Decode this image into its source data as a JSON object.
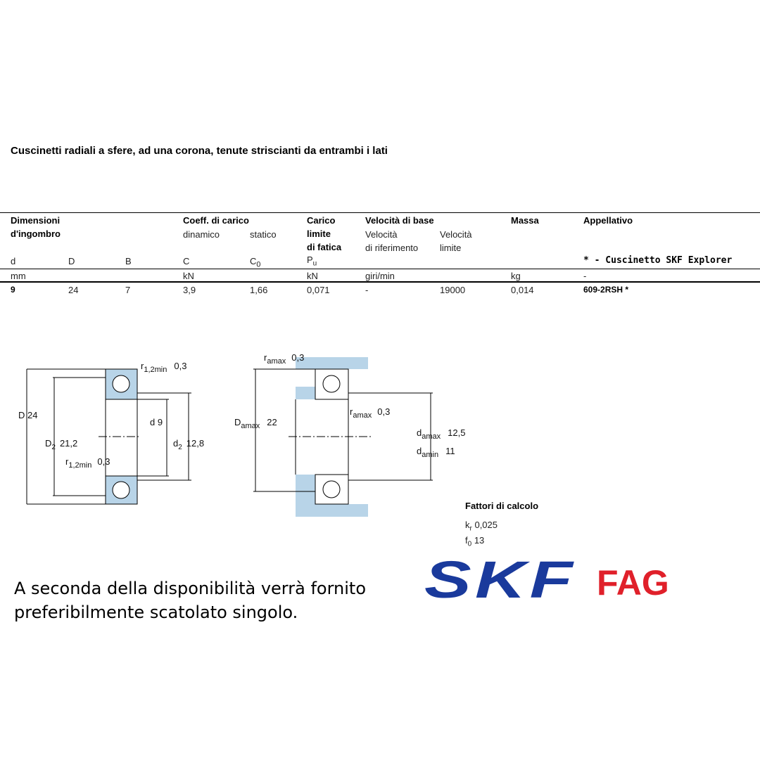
{
  "title": "Cuscinetti radiali a sfere, ad una corona, tenute striscianti da entrambi i lati",
  "table": {
    "headers": {
      "dimensioni": "Dimensioni",
      "ingombro": "d'ingombro",
      "coeff": "Coeff. di carico",
      "dinamico": "dinamico",
      "statico": "statico",
      "carico": "Carico",
      "limite": "limite",
      "fatica": "di fatica",
      "velocita": "Velocità di base",
      "vel_rif1": "Velocità",
      "vel_rif2": "di riferimento",
      "vel_lim1": "Velocità",
      "vel_lim2": "limite",
      "massa": "Massa",
      "appellativo": "Appellativo",
      "explorer": "* - Cuscinetto SKF Explorer"
    },
    "symbols": {
      "d": "d",
      "D": "D",
      "B": "B",
      "C": "C",
      "C0": "C",
      "C0_sub": "0",
      "Pu": "P",
      "Pu_sub": "u"
    },
    "units": {
      "mm": "mm",
      "kN1": "kN",
      "kN2": "kN",
      "speed": "giri/min",
      "kg": "kg",
      "dash": "-"
    },
    "row": {
      "d": "9",
      "D": "24",
      "B": "7",
      "C": "3,9",
      "C0": "1,66",
      "Pu": "0,071",
      "ref_speed": "-",
      "lim_speed": "19000",
      "mass": "0,014",
      "designation": "609-2RSH *"
    }
  },
  "diagram_left": {
    "D": "D",
    "D_val": "24",
    "D2": "D",
    "D2_sub": "2",
    "D2_val": "21,2",
    "d": "d",
    "d_val": "9",
    "d2": "d",
    "d2_sub": "2",
    "d2_val": "12,8",
    "r": "r",
    "r_sub": "1,2min",
    "r_val": "0,3"
  },
  "diagram_right": {
    "r": "r",
    "r_sub": "amax",
    "r_val": "0,3",
    "Da": "D",
    "Da_sub": "amax",
    "Da_val": "22",
    "da": "d",
    "damax_sub": "amax",
    "damax_val": "12,5",
    "damin_sub": "amin",
    "damin_val": "11"
  },
  "factors": {
    "title": "Fattori di calcolo",
    "kr": "k",
    "kr_sub": "r",
    "kr_val": "0,025",
    "f0": "f",
    "f0_sub": "0",
    "f0_val": "13"
  },
  "note": {
    "line1": "A seconda della disponibilità verrà fornito",
    "line2": "preferibilmente scatolato singolo."
  },
  "logos": {
    "skf": "SKF",
    "fag": "FAG",
    "skf_color": "#1a3a9c",
    "fag_color": "#e0202a"
  }
}
